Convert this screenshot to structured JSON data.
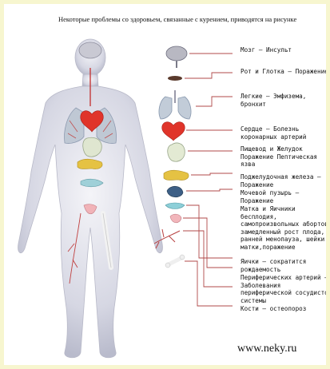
{
  "title": "Некоторые проблемы со здоровьем, связанные с курением, приводятся на рисунке",
  "labels": [
    "Мозг – Инсульт",
    "Рот и Глотка – Поражение",
    "Легкие – Эмфизема, бронхит",
    "Сердце – Болезнь коронарных артерий",
    "Пищевод и Желудок Поражение Пептическая язва",
    "Поджелудочная железа – Поражение",
    "Мочевой пузырь – Поражение",
    "Матка и Яичники бесплодия, самопроизвольных абортов, замедленный рост плода, ранней менопауза, шейки матки,поражение",
    "Яички – сократится рождаемость",
    "Периферических артерий – Заболевания периферической сосудистой системы",
    "Кости – остеопороз"
  ],
  "url": "www.neky.ru",
  "colors": {
    "frame": "#f7f6cf",
    "heart": "#e0342a",
    "body": "#cfd0dd",
    "lines": "#b04848"
  }
}
